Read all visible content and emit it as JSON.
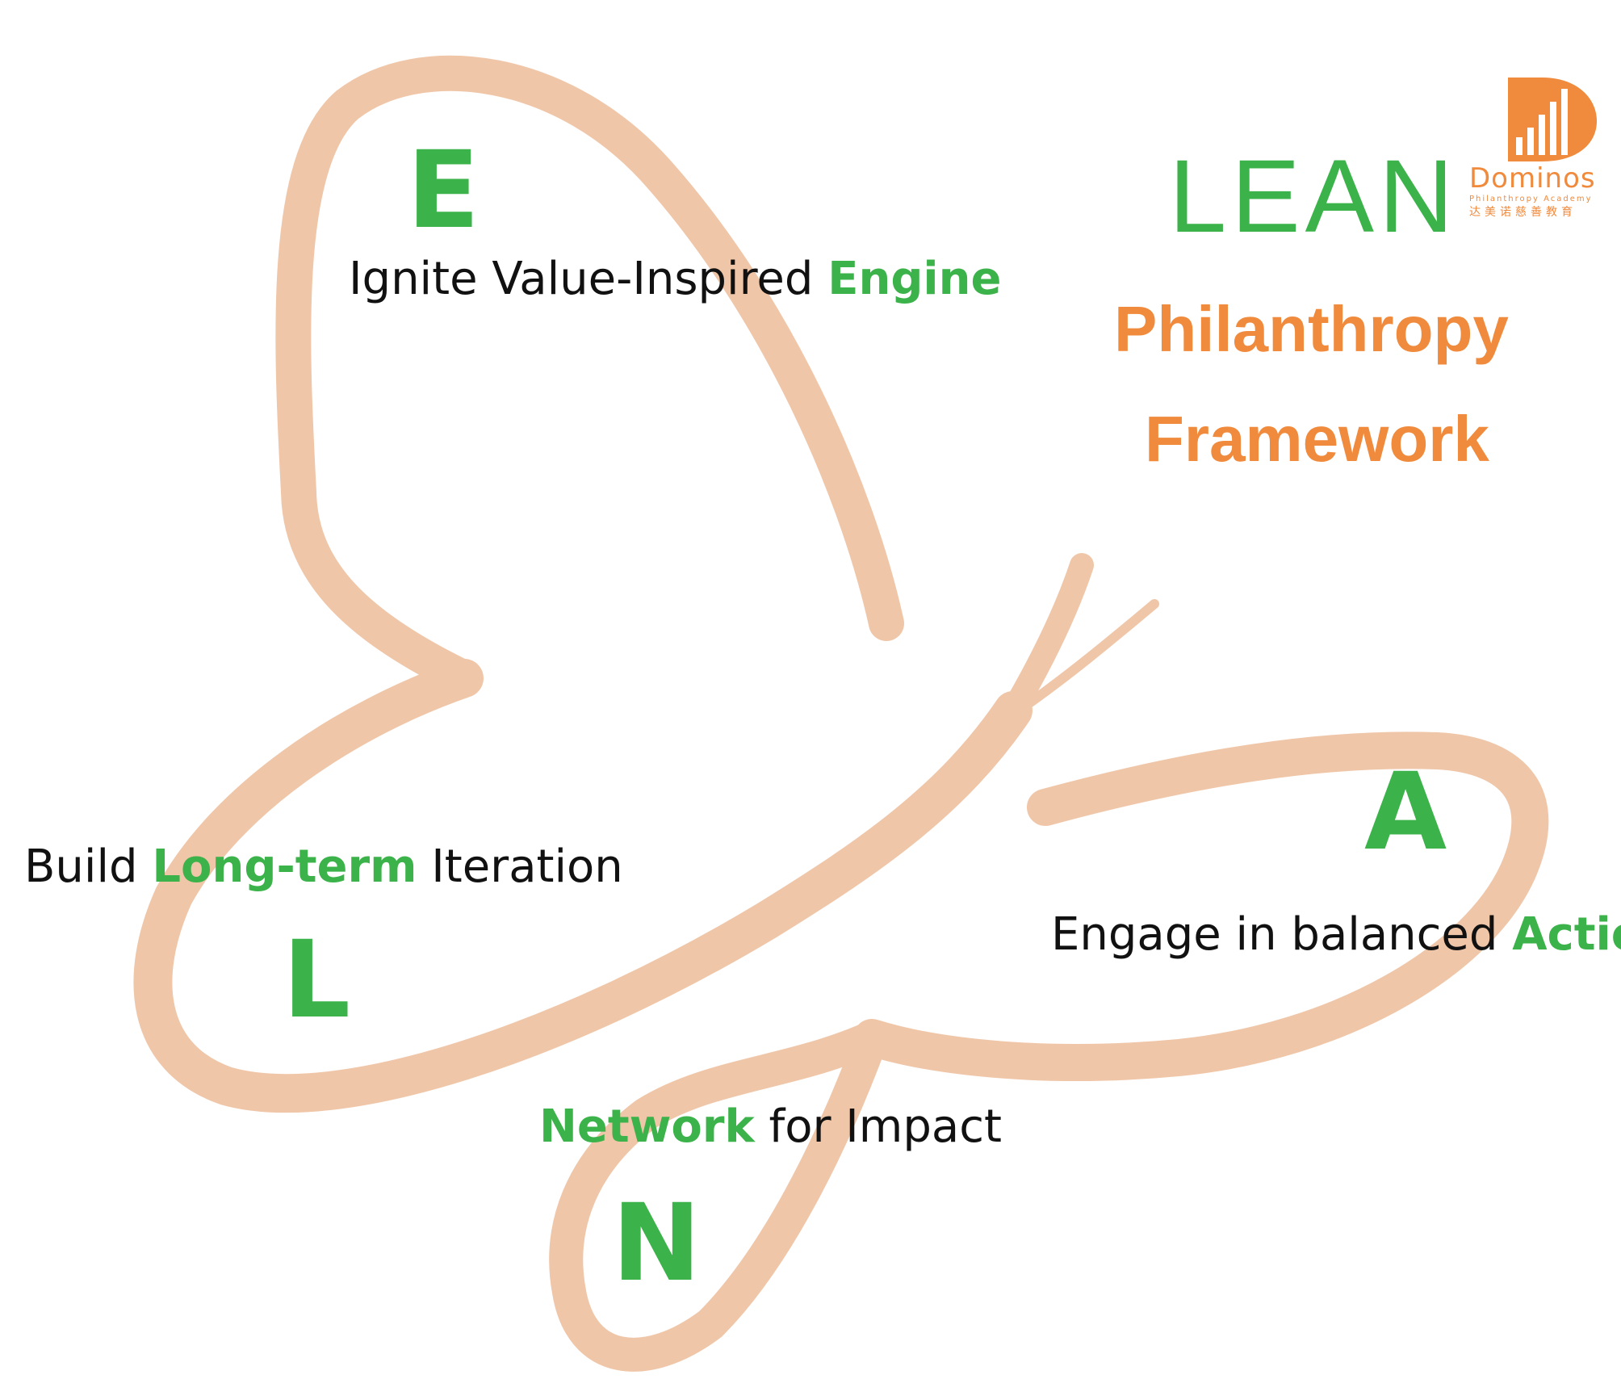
{
  "colors": {
    "green": "#3cb34a",
    "orange": "#f08a3c",
    "text": "#111111",
    "stroke": "#f0c6a8"
  },
  "title": {
    "main": "LEAN",
    "line1": "Philanthropy",
    "line2": "Framework"
  },
  "logo": {
    "name": "Dominos",
    "sub": "Philanthropy Academy",
    "cn": "达美诺慈善教育",
    "icon": "building-chart-d-logo"
  },
  "sections": {
    "e": {
      "letter": "E",
      "prefix": "Ignite Value-Inspired ",
      "highlight": "Engine",
      "suffix": ""
    },
    "l": {
      "letter": "L",
      "prefix": "Build ",
      "highlight": "Long-term",
      "suffix": " Iteration"
    },
    "a": {
      "letter": "A",
      "prefix": "Engage in balanced ",
      "highlight": "Action",
      "suffix": ""
    },
    "n": {
      "letter": "N",
      "prefix": "",
      "highlight": "Network",
      "suffix": " for Impact"
    }
  }
}
